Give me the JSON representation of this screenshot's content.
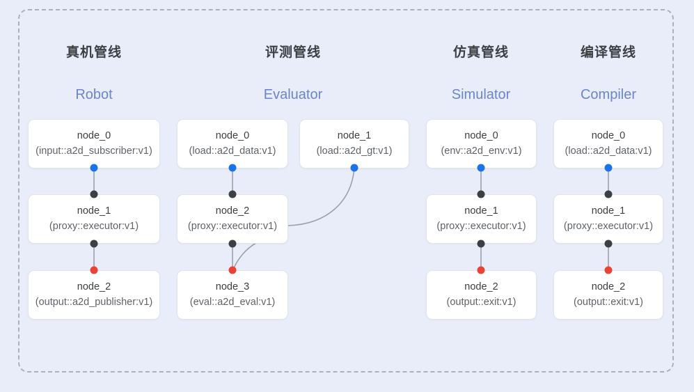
{
  "diagram": {
    "background_color": "#e9edf9",
    "frame_border_color": "#a9b0c0",
    "edge_color": "#9aa0ac",
    "dot_colors": {
      "output": "#1a73e8",
      "link": "#3c4043",
      "terminal": "#ea4335"
    }
  },
  "columns": [
    {
      "title": "真机管线",
      "subtitle": "Robot",
      "nodes": [
        {
          "name": "node_0",
          "type": "(input::a2d_subscriber:v1)"
        },
        {
          "name": "node_1",
          "type": "(proxy::executor:v1)"
        },
        {
          "name": "node_2",
          "type": "(output::a2d_publisher:v1)"
        }
      ]
    },
    {
      "title": "评测管线",
      "subtitle": "Evaluator",
      "nodes": [
        {
          "name": "node_0",
          "type": "(load::a2d_data:v1)"
        },
        {
          "name": "node_1",
          "type": "(load::a2d_gt:v1)"
        },
        {
          "name": "node_2",
          "type": "(proxy::executor:v1)"
        },
        {
          "name": "node_3",
          "type": "(eval::a2d_eval:v1)"
        }
      ]
    },
    {
      "title": "仿真管线",
      "subtitle": "Simulator",
      "nodes": [
        {
          "name": "node_0",
          "type": "(env::a2d_env:v1)"
        },
        {
          "name": "node_1",
          "type": "(proxy::executor:v1)"
        },
        {
          "name": "node_2",
          "type": "(output::exit:v1)"
        }
      ]
    },
    {
      "title": "编译管线",
      "subtitle": "Compiler",
      "nodes": [
        {
          "name": "node_0",
          "type": "(load::a2d_data:v1)"
        },
        {
          "name": "node_1",
          "type": "(proxy::executor:v1)"
        },
        {
          "name": "node_2",
          "type": "(output::exit:v1)"
        }
      ]
    }
  ]
}
